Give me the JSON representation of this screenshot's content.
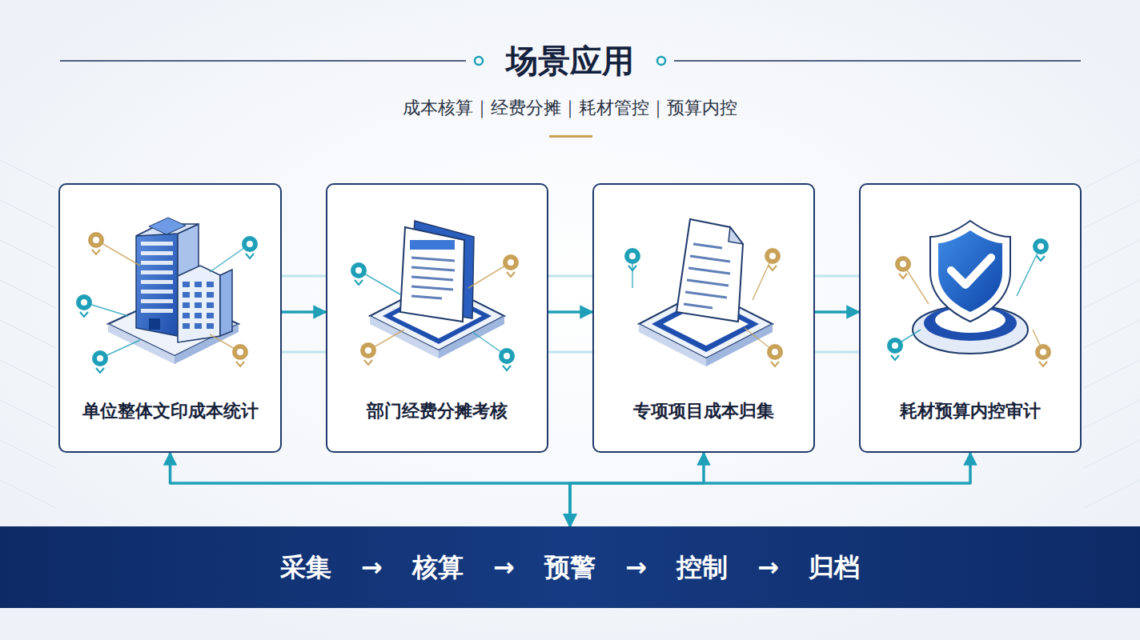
{
  "diagram": {
    "title": "场景应用",
    "nodes": [
      {
        "text": [
          "单位整体文印成本统计"
        ]
      },
      {
        "text": [
          "部门经费分摊考核"
        ]
      },
      {
        "text": [
          "专项项目成本归集"
        ]
      },
      {
        "text": [
          "耗材预算内控审计"
        ]
      },
      {
        "text": [
          "采集 → 核算 → 预警 → 控制 → 归档"
        ]
      }
    ],
    "edges": [
      {
        "from": 0,
        "to": 1,
        "arrow": "to"
      },
      {
        "from": 1,
        "to": 2,
        "arrow": "to"
      },
      {
        "from": 2,
        "to": 3,
        "arrow": "to"
      },
      {
        "from": 4,
        "to": 0,
        "arrow": "both"
      },
      {
        "from": 4,
        "to": 2,
        "arrow": "both"
      },
      {
        "from": 4,
        "to": 3,
        "arrow": "both"
      }
    ],
    "labels": [
      "成本核算｜经费分摊｜耗材管控｜预算内控"
    ]
  }
}
